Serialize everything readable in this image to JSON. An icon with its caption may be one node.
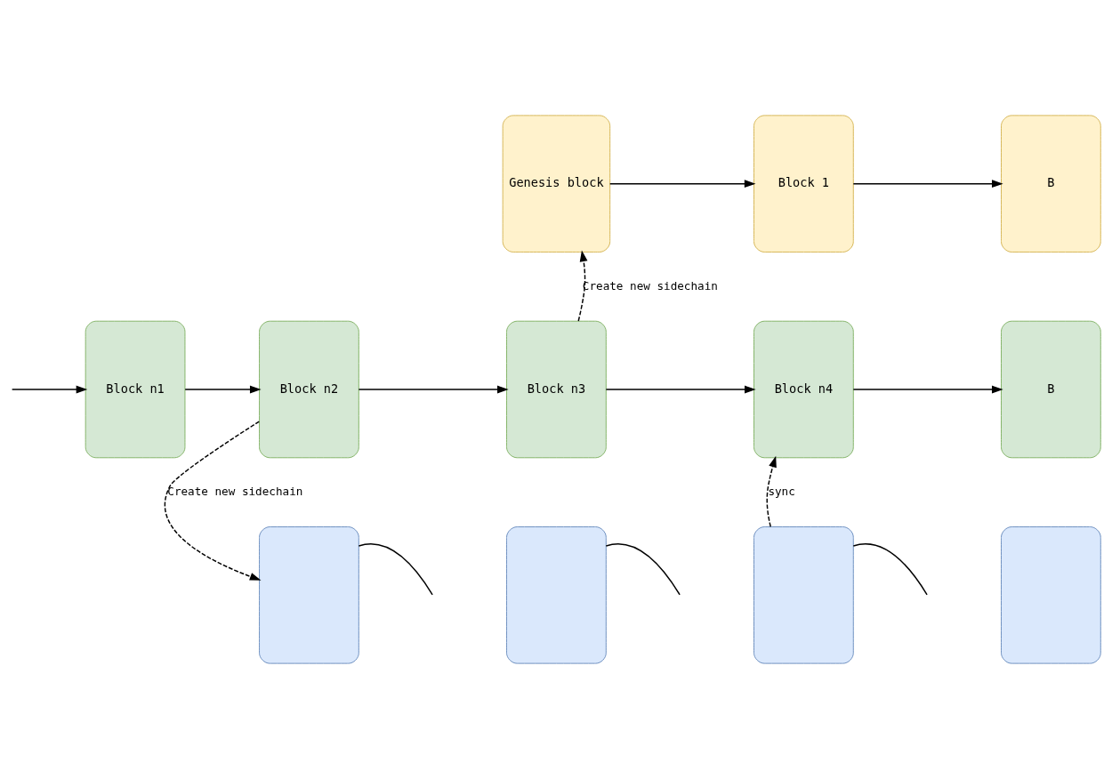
{
  "diagram": {
    "nodes": [
      {
        "text": [
          "Genesis block"
        ]
      },
      {
        "text": [
          "Block 1"
        ]
      },
      {
        "text": [
          "B"
        ]
      },
      {
        "text": [
          "Block n1"
        ]
      },
      {
        "text": [
          "Block n2"
        ]
      },
      {
        "text": [
          "Block n3"
        ]
      },
      {
        "text": [
          "Block n4"
        ]
      },
      {
        "text": [
          "B"
        ]
      },
      {
        "text": [],
        "shape": "box"
      },
      {
        "text": [],
        "shape": "box"
      },
      {
        "text": [],
        "shape": "box"
      },
      {
        "text": [],
        "shape": "box"
      }
    ],
    "edges": [
      {
        "from": 0,
        "to": 1,
        "arrow": "to"
      },
      {
        "from": 1,
        "to": 2,
        "arrow": "to"
      },
      {
        "from": 5,
        "to": 0,
        "arrow": "to",
        "label": "Create new sidechain",
        "style": "dashed"
      },
      {
        "from": null,
        "to": 3,
        "arrow": "to"
      },
      {
        "from": 3,
        "to": 4,
        "arrow": "to"
      },
      {
        "from": 4,
        "to": 5,
        "arrow": "to"
      },
      {
        "from": 5,
        "to": 6,
        "arrow": "to"
      },
      {
        "from": 6,
        "to": 7,
        "arrow": "to"
      },
      {
        "from": 4,
        "to": 8,
        "arrow": "to",
        "label": "Create new sidechain",
        "style": "dashed"
      },
      {
        "from": 10,
        "to": 6,
        "arrow": "to",
        "label": "sync",
        "style": "dashed"
      },
      {
        "from": 8,
        "to": null,
        "arrow": "none"
      },
      {
        "from": 9,
        "to": null,
        "arrow": "none"
      },
      {
        "from": 10,
        "to": null,
        "arrow": "none"
      }
    ]
  }
}
